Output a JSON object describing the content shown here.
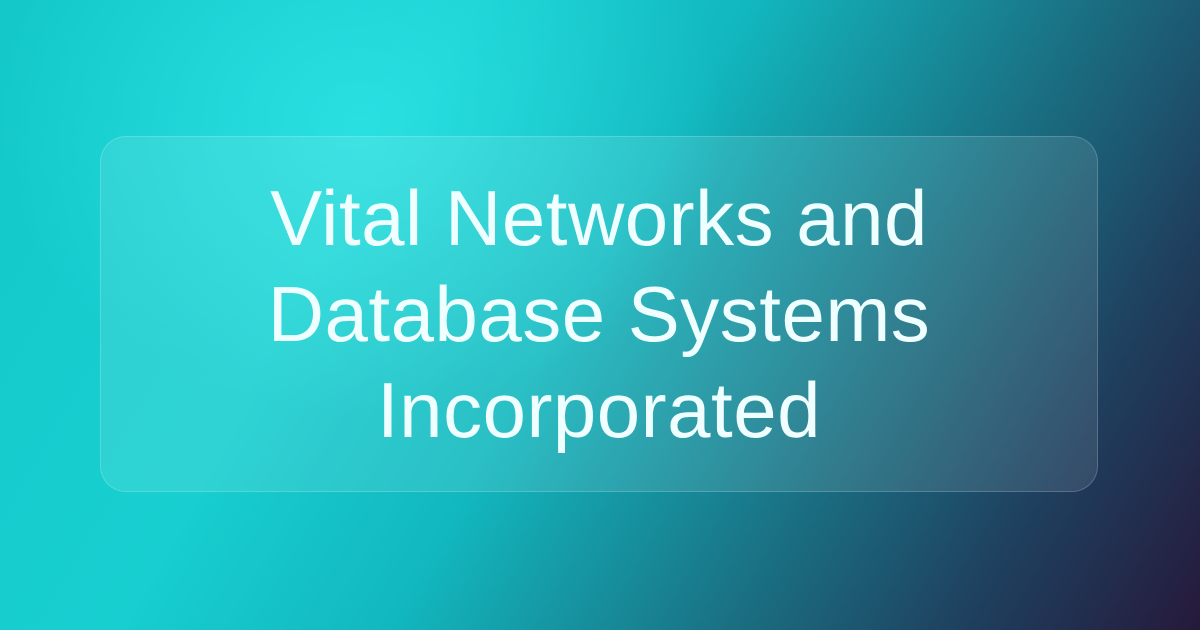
{
  "card": {
    "title_lines": [
      "Vital Networks and",
      "Database Systems",
      "Incorporated"
    ]
  },
  "colors": {
    "background_start": "#14c8c9",
    "background_highlight": "#2eeaea",
    "background_end": "#26193b",
    "text": "#effefe"
  }
}
